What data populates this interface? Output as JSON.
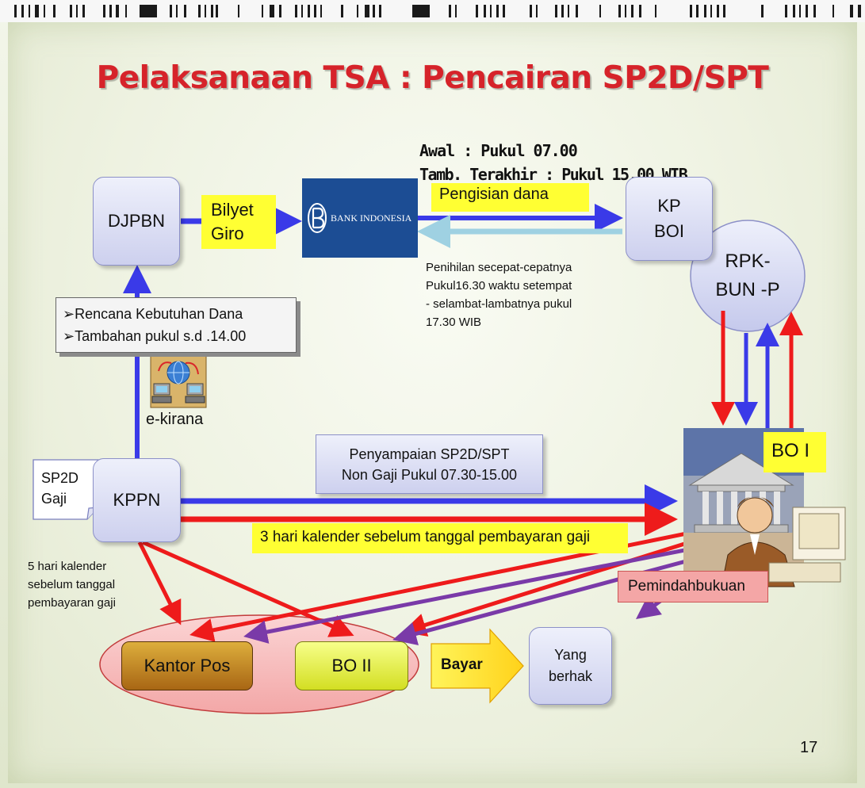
{
  "slide": {
    "title": "Pelaksanaan TSA : Pencairan SP2D/SPT",
    "page_number": "17",
    "colors": {
      "title": "#d6232a",
      "node_fill": "#cdd0ee",
      "highlight": "#ffff33",
      "bank_bg": "#1c4d94",
      "blue_arrow": "#3a3ae8",
      "red_arrow": "#ee1b1b",
      "purple_arrow": "#7a3aa8",
      "light_blue_arrow": "#a8d8e8"
    }
  },
  "nodes": {
    "djpbn": "DJPBN",
    "kp_boi": [
      "KP",
      "BOI"
    ],
    "rpk_bun": [
      "RPK-",
      "BUN -P"
    ],
    "kppn": "KPPN",
    "sp2d_gaji": [
      "SP2D",
      "Gaji"
    ],
    "kantor_pos": "Kantor Pos",
    "bo_ii": "BO II",
    "yang_berhak": [
      "Yang",
      "berhak"
    ],
    "bo_i": "BO I"
  },
  "labels": {
    "bilyet_giro": [
      "Bilyet",
      "Giro"
    ],
    "bank_indonesia": "BANK INDONESIA",
    "awal": "Awal : Pukul 07.00",
    "tamb": "Tamb. Terakhir :  Pukul 15.00 WIB",
    "pengisian_dana": "Pengisian dana",
    "penihilan": [
      "Penihilan secepat-cepatnya",
      "Pukul16.30  waktu setempat",
      " - selambat-lambatnya pukul",
      "17.30 WIB"
    ],
    "rencana": [
      "➢Rencana Kebutuhan  Dana",
      "➢Tambahan pukul  s.d .14.00"
    ],
    "e_kirana": "e-kirana",
    "penyampaian": [
      "Penyampaian SP2D/SPT",
      "Non Gaji Pukul 07.30-15.00"
    ],
    "tiga_hari": "3 hari kalender sebelum tanggal pembayaran gaji",
    "lima_hari": [
      "5 hari kalender",
      "sebelum tanggal",
      "pembayaran gaji"
    ],
    "pemindahbukuan": "Pemindahbukuan",
    "bayar": "Bayar"
  },
  "icons": {
    "bi_logo": "bank-indonesia-logo-icon",
    "ekirana": "network-computers-icon",
    "bank_clerk": "bank-building-clerk-icon"
  }
}
